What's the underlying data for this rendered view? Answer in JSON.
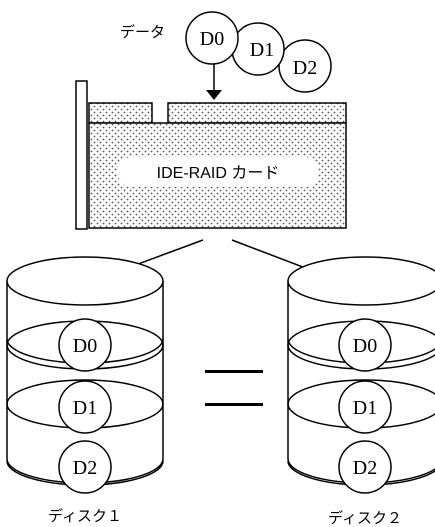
{
  "data_label": "データ",
  "packets": [
    "D0",
    "D1",
    "D2"
  ],
  "card_label": "IDE-RAID カード",
  "disk1": {
    "label": "ディスク１",
    "blocks": [
      "D0",
      "D1",
      "D2"
    ]
  },
  "disk2": {
    "label": "ディスク２",
    "blocks": [
      "D0",
      "D1",
      "D2"
    ]
  },
  "colors": {
    "stroke": "#000000",
    "fill": "#ffffff",
    "dots": "#555555"
  }
}
